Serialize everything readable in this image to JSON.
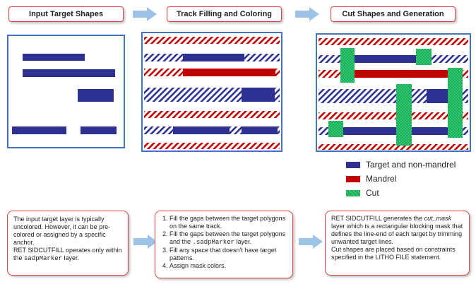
{
  "headers": {
    "step1": "Input Target Shapes",
    "step2": "Track Filling and Coloring",
    "step3": "Cut Shapes and Generation"
  },
  "legend": {
    "target": "Target and non-mandrel",
    "mandrel": "Mandrel",
    "cut": "Cut"
  },
  "colors": {
    "target": "#2e3192",
    "mandrel": "#c00000",
    "cut": "#2ecc71",
    "header_border": "#e0443e",
    "panel_border": "#4472c4",
    "arrow": "#9dc3e6"
  },
  "notes": {
    "note1": {
      "line1": "The input target layer is typically uncolored. However, it can be pre-colored or assigned by a specific anchor.",
      "line2a": "RET SIDCUTFILL operates only within the ",
      "line2code": "sadpMarker",
      "line2b": " layer."
    },
    "note2": {
      "item1": "Fill the gaps between the target polygons on the same track.",
      "item2a": "Fill the gaps between the target polygons and the ",
      "item2code": ".sadpMarker",
      "item2b": " layer.",
      "item3": "Fill any space that doesn't have target patterns.",
      "item4": "Assign mask colors."
    },
    "note3": {
      "p1a": "RET SIDCUTFILL generates the ",
      "p1em": "cut_mask",
      "p1b": " layer which is a rectangular blocking mask that defines the line-end of each target by trimming unwanted target lines.",
      "p2": "Cut shapes are placed based on constraints specified in the LITHO FILE statement."
    }
  }
}
